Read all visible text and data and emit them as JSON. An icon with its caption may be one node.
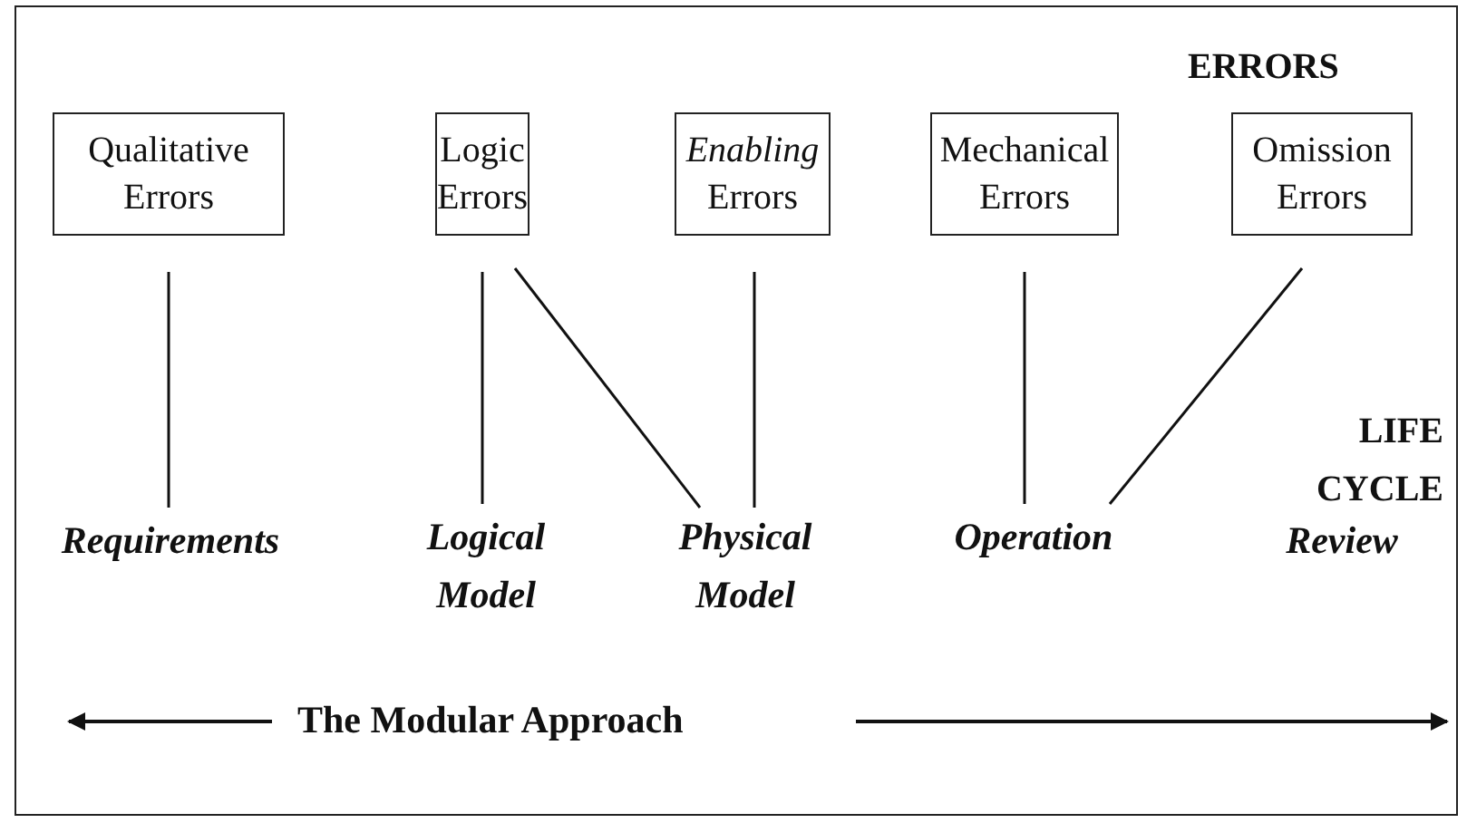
{
  "diagram": {
    "nodes": [
      {
        "text": [
          "Qualitative Errors"
        ]
      },
      {
        "text": [
          "Logic Errors"
        ]
      },
      {
        "text": [
          "*Enabling* Errors"
        ]
      },
      {
        "text": [
          "Mechanical Errors"
        ]
      },
      {
        "text": [
          "Omission Errors"
        ]
      },
      {
        "text": [
          "Requirements"
        ]
      },
      {
        "text": [
          "Logical Model"
        ]
      },
      {
        "text": [
          "Physical Model"
        ]
      },
      {
        "text": [
          "Operation"
        ]
      },
      {
        "text": [
          "Review"
        ]
      }
    ],
    "edges": [
      {
        "from": 0,
        "to": 5,
        "arrow": "none"
      },
      {
        "from": 1,
        "to": 6,
        "arrow": "none"
      },
      {
        "from": 1,
        "to": 7,
        "arrow": "none"
      },
      {
        "from": 2,
        "to": 7,
        "arrow": "none"
      },
      {
        "from": 3,
        "to": 8,
        "arrow": "none"
      },
      {
        "from": 4,
        "to": 8,
        "arrow": "none"
      }
    ],
    "labels": [
      "ERRORS",
      "LIFE CYCLE",
      "The Modular Approach"
    ]
  }
}
